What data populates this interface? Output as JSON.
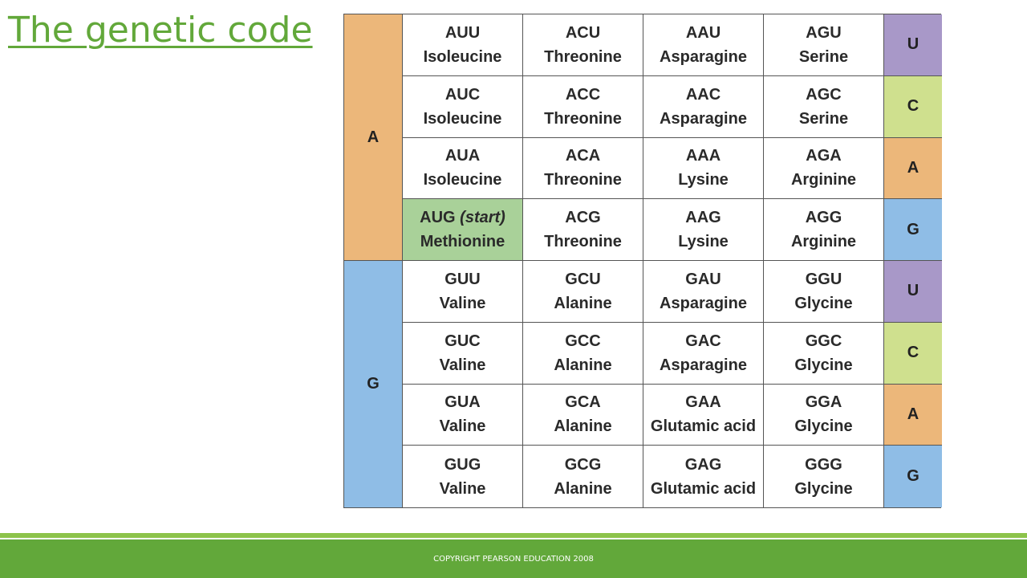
{
  "title": "The genetic code",
  "footer": "COPYRIGHT PEARSON EDUCATION 2008",
  "colors": {
    "A": "#ecb77a",
    "G": "#8fbde6",
    "U": "#a898c8",
    "C": "#cfe08e",
    "start": "#a9d199",
    "title": "#62a83a"
  },
  "first_bases": [
    "A",
    "G"
  ],
  "third_bases": [
    "U",
    "C",
    "A",
    "G",
    "U",
    "C",
    "A",
    "G"
  ],
  "rows": [
    [
      {
        "codon": "AUU",
        "amino": "Isoleucine"
      },
      {
        "codon": "ACU",
        "amino": "Threonine"
      },
      {
        "codon": "AAU",
        "amino": "Asparagine"
      },
      {
        "codon": "AGU",
        "amino": "Serine"
      }
    ],
    [
      {
        "codon": "AUC",
        "amino": "Isoleucine"
      },
      {
        "codon": "ACC",
        "amino": "Threonine"
      },
      {
        "codon": "AAC",
        "amino": "Asparagine"
      },
      {
        "codon": "AGC",
        "amino": "Serine"
      }
    ],
    [
      {
        "codon": "AUA",
        "amino": "Isoleucine"
      },
      {
        "codon": "ACA",
        "amino": "Threonine"
      },
      {
        "codon": "AAA",
        "amino": "Lysine"
      },
      {
        "codon": "AGA",
        "amino": "Arginine"
      }
    ],
    [
      {
        "codon": "AUG",
        "note": "(start)",
        "amino": "Methionine",
        "start": true
      },
      {
        "codon": "ACG",
        "amino": "Threonine"
      },
      {
        "codon": "AAG",
        "amino": "Lysine"
      },
      {
        "codon": "AGG",
        "amino": "Arginine"
      }
    ],
    [
      {
        "codon": "GUU",
        "amino": "Valine"
      },
      {
        "codon": "GCU",
        "amino": "Alanine"
      },
      {
        "codon": "GAU",
        "amino": "Asparagine"
      },
      {
        "codon": "GGU",
        "amino": "Glycine"
      }
    ],
    [
      {
        "codon": "GUC",
        "amino": "Valine"
      },
      {
        "codon": "GCC",
        "amino": "Alanine"
      },
      {
        "codon": "GAC",
        "amino": "Asparagine"
      },
      {
        "codon": "GGC",
        "amino": "Glycine"
      }
    ],
    [
      {
        "codon": "GUA",
        "amino": "Valine"
      },
      {
        "codon": "GCA",
        "amino": "Alanine"
      },
      {
        "codon": "GAA",
        "amino": "Glutamic acid"
      },
      {
        "codon": "GGA",
        "amino": "Glycine"
      }
    ],
    [
      {
        "codon": "GUG",
        "amino": "Valine"
      },
      {
        "codon": "GCG",
        "amino": "Alanine"
      },
      {
        "codon": "GAG",
        "amino": "Glutamic acid"
      },
      {
        "codon": "GGG",
        "amino": "Glycine"
      }
    ]
  ]
}
